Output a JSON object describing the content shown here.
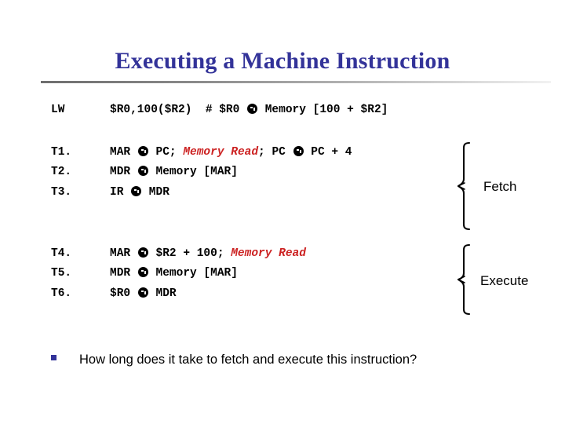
{
  "slide": {
    "title": "Executing a Machine Instruction",
    "arrow_icon": "left-arrow-assignment-icon"
  },
  "instruction": {
    "label": "LW",
    "operands_before_arrow": "$R0,100($R2)  # $R0 ",
    "operands_after_arrow": " Memory [100 + $R2]"
  },
  "steps": [
    {
      "label": "T1.",
      "seg1": "MAR ",
      "seg2": " PC; ",
      "red": "Memory Read",
      "seg3": "; PC ",
      "seg4": " PC + 4"
    },
    {
      "label": "T2.",
      "seg1": "MDR ",
      "seg2": " Memory [MAR]"
    },
    {
      "label": "T3.",
      "seg1": "IR ",
      "seg2": " MDR"
    },
    {
      "label": "T4.",
      "seg1": "MAR ",
      "seg2": " $R2 + 100; ",
      "red": "Memory Read"
    },
    {
      "label": "T5.",
      "seg1": "MDR ",
      "seg2": " Memory [MAR]"
    },
    {
      "label": "T6.",
      "seg1": "$R0 ",
      "seg2": " MDR"
    }
  ],
  "groups": [
    {
      "name": "fetch",
      "label": "Fetch"
    },
    {
      "name": "execute",
      "label": "Execute"
    }
  ],
  "question": {
    "bullet": "square-bullet-icon",
    "text": "How long does it take to fetch and execute this instruction?"
  },
  "colors": {
    "title": "#333399",
    "keyword_red": "#cc2222",
    "bullet": "#333399",
    "text": "#000000",
    "background": "#ffffff"
  }
}
